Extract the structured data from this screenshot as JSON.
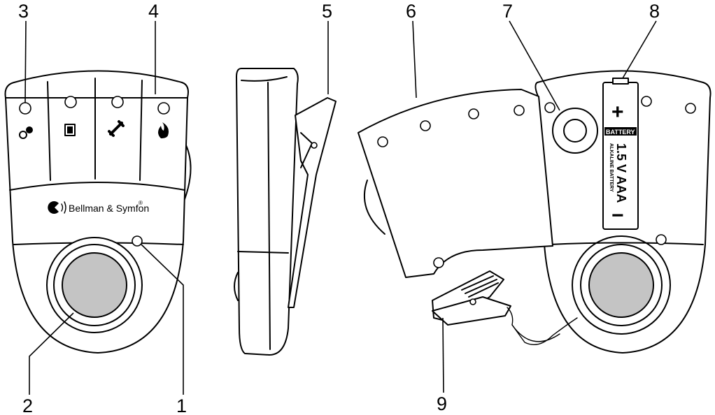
{
  "callouts": [
    {
      "id": "c1",
      "label": "1"
    },
    {
      "id": "c2",
      "label": "2"
    },
    {
      "id": "c3",
      "label": "3"
    },
    {
      "id": "c4",
      "label": "4"
    },
    {
      "id": "c5",
      "label": "5"
    },
    {
      "id": "c6",
      "label": "6"
    },
    {
      "id": "c7",
      "label": "7"
    },
    {
      "id": "c8",
      "label": "8"
    },
    {
      "id": "c9",
      "label": "9"
    }
  ],
  "device": {
    "brand": "Bellman & Symfon",
    "brand_mark": "®"
  },
  "battery": {
    "plus": "+",
    "minus": "−",
    "label": "BATTERY",
    "voltage": "1.5 V AAA",
    "type": "ALKALINE BATTERY"
  },
  "icons": [
    "baby-cry-icon",
    "door-icon",
    "phone-icon",
    "fire-icon"
  ],
  "colors": {
    "line": "#000000",
    "button": "#c4c4c4",
    "background": "#ffffff"
  }
}
